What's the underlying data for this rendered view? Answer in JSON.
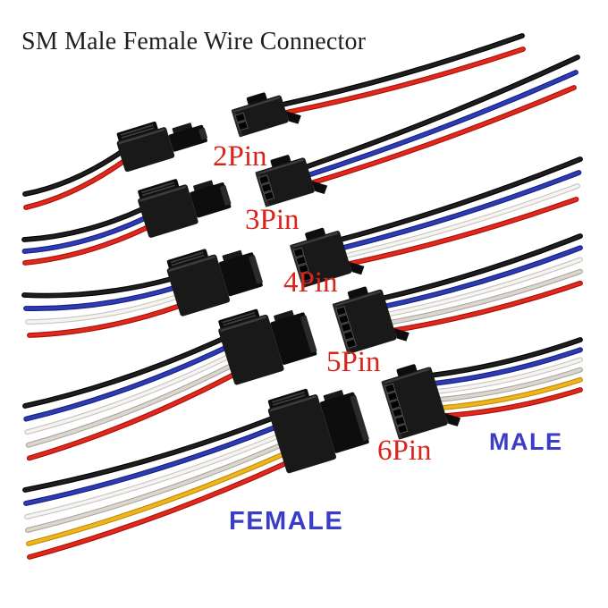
{
  "background": "#ffffff",
  "title": {
    "text": "SM Male Female Wire Connector",
    "color": "#1f1f1f"
  },
  "pin_label_color": "#d8241a",
  "side_labels": {
    "male": "MALE",
    "female": "FEMALE",
    "color": "#3a3ec6"
  },
  "connector_colors": {
    "body": "#191919",
    "dark": "#0d0d0d",
    "highlight": "#3d3d3d",
    "slot": "#030303",
    "slot_edge": "#565656",
    "tip": "#2a2a2a"
  },
  "pairs": [
    {
      "label": "2Pin",
      "pins": 2,
      "wires": [
        "black",
        "red"
      ]
    },
    {
      "label": "3Pin",
      "pins": 3,
      "wires": [
        "black",
        "blue",
        "red"
      ]
    },
    {
      "label": "4Pin",
      "pins": 4,
      "wires": [
        "black",
        "blue",
        "white",
        "red"
      ]
    },
    {
      "label": "5Pin",
      "pins": 5,
      "wires": [
        "black",
        "blue",
        "white",
        "silver",
        "red"
      ]
    },
    {
      "label": "6Pin",
      "pins": 6,
      "wires": [
        "black",
        "blue",
        "white",
        "silver",
        "yellow",
        "red"
      ]
    }
  ],
  "wire_colors": {
    "black": {
      "main": "#1e1e1e",
      "edge": "#000000"
    },
    "red": {
      "main": "#e2271d",
      "edge": "#a31208"
    },
    "blue": {
      "main": "#2d3cb4",
      "edge": "#16207b"
    },
    "white": {
      "main": "#f5f4f1",
      "edge": "#c6c4bf"
    },
    "silver": {
      "main": "#dbd7cf",
      "edge": "#aaa69d"
    },
    "yellow": {
      "main": "#efb51c",
      "edge": "#c08a08"
    }
  }
}
